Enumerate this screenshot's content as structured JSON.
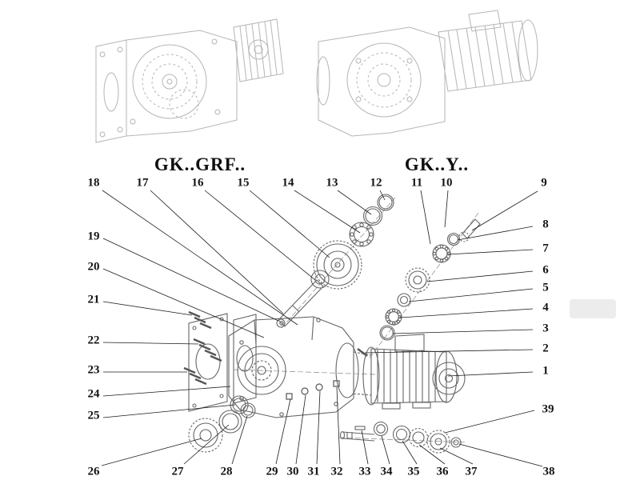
{
  "titles": {
    "left_model": "GK..GRF..",
    "right_model": "GK..Y.."
  },
  "part_numbers": {
    "n1": "1",
    "n2": "2",
    "n3": "3",
    "n4": "4",
    "n5": "5",
    "n6": "6",
    "n7": "7",
    "n8": "8",
    "n9": "9",
    "n10": "10",
    "n11": "11",
    "n12": "12",
    "n13": "13",
    "n14": "14",
    "n15": "15",
    "n16": "16",
    "n17": "17",
    "n18": "18",
    "n19": "19",
    "n20": "20",
    "n21": "21",
    "n22": "22",
    "n23": "23",
    "n24": "24",
    "n25": "25",
    "n26": "26",
    "n27": "27",
    "n28": "28",
    "n29": "29",
    "n30": "30",
    "n31": "31",
    "n32": "32",
    "n33": "33",
    "n34": "34",
    "n35": "35",
    "n36": "36",
    "n37": "37",
    "n38": "38",
    "n39": "39"
  }
}
